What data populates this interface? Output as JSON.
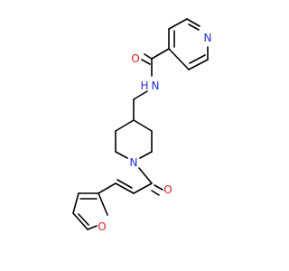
{
  "molecule": {
    "atom_labels": {
      "pyridine_n": "N",
      "amide_o": "O",
      "amide_nh": "N",
      "amide_h": "H",
      "piperidine_n": "N",
      "enone_o": "O",
      "furan_o": "O"
    },
    "colors": {
      "bond": "#000000",
      "nitrogen": "#1f2bd6",
      "oxygen": "#e01b1b",
      "background": "#ffffff"
    }
  }
}
